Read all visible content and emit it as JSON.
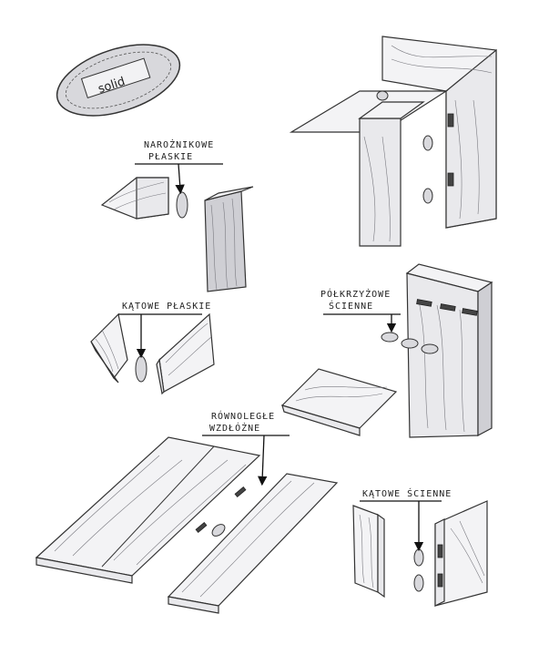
{
  "logo": {
    "text": "solid"
  },
  "labels": {
    "narozn_line1": "NAROŻNIKOWE",
    "narozn_line2": "PŁASKIE",
    "katowe_plaskie": "KĄTOWE PŁASKIE",
    "polkrz_line1": "PÓŁKRZYŻOWE",
    "polkrz_line2": "ŚCIENNE",
    "rown_line1": "RÓWNOLEGŁE",
    "rown_line2": "WZDŁÓŻNE",
    "katowe_scienne": "KĄTOWE ŚCIENNE"
  }
}
